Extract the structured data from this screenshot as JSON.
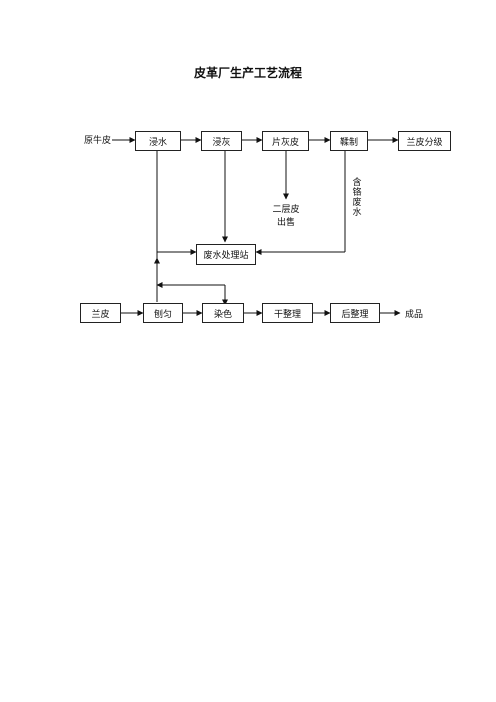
{
  "title": "皮革厂生产工艺流程",
  "nodes": {
    "raw_hide": "原牛皮",
    "soaking": "浸水",
    "liming": "浸灰",
    "split_lime_hide": "片灰皮",
    "tanning": "鞣制",
    "blue_grading": "兰皮分级",
    "split_for_sale": "二层皮\n出售",
    "chrome_waste": "含铬废水",
    "wastewater_station": "废水处理站",
    "blue_hide": "兰皮",
    "shaving": "刨匀",
    "dyeing": "染色",
    "dry_finishing": "干整理",
    "post_finishing": "后整理",
    "product": "成品"
  }
}
